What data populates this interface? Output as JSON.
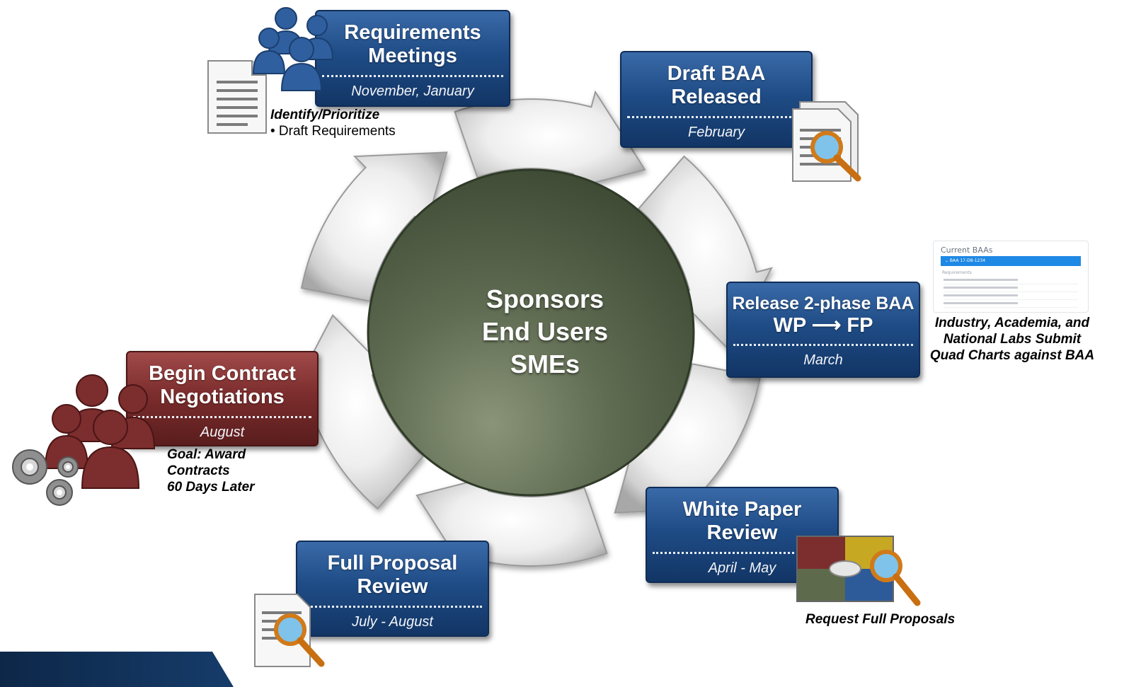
{
  "center": {
    "lines": [
      "Sponsors",
      "End Users",
      "SMEs"
    ]
  },
  "stages": {
    "requirements": {
      "title_lines": [
        "Requirements",
        "Meetings"
      ],
      "date": "November, January"
    },
    "draft_baa": {
      "title_lines": [
        "Draft BAA",
        "Released"
      ],
      "date": "February"
    },
    "release": {
      "title_lines": [
        "Release 2-phase BAA",
        "WP ⟶ FP"
      ],
      "date": "March"
    },
    "white_paper": {
      "title_lines": [
        "White Paper",
        "Review"
      ],
      "date": "April - May"
    },
    "full_proposal": {
      "title_lines": [
        "Full Proposal",
        "Review"
      ],
      "date": "July - August"
    },
    "contract": {
      "title_lines": [
        "Begin Contract",
        "Negotiations"
      ],
      "date": "August"
    }
  },
  "notes": {
    "requirements": {
      "bold": "Identify/Prioritize",
      "bullet": "• Draft Requirements"
    },
    "release": {
      "lines": [
        "Industry, Academia, and",
        "National Labs Submit",
        "Quad Charts against BAA"
      ]
    },
    "white_paper": {
      "text": "Request Full Proposals"
    },
    "contract": {
      "lines": [
        "Goal: Award",
        "Contracts",
        "60 Days Later"
      ]
    }
  },
  "screenshot": {
    "header": "Current BAAs",
    "selected": "⌄ BAA 17-D8-1234",
    "section": "Requirements"
  },
  "colors": {
    "blue_box": "#1f4c86",
    "red_box": "#7c2d2d",
    "center_circle": "#56644a",
    "ring": "#d9d9d9"
  }
}
